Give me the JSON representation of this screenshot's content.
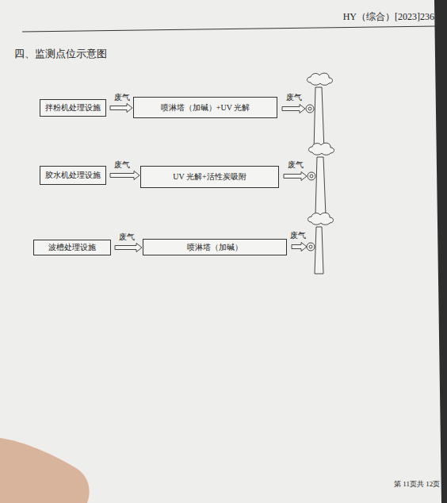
{
  "diagram": {
    "title": "四、监测点位示意图",
    "nodes": [
      {
        "text": [
          "拌粉机处理设施"
        ]
      },
      {
        "text": [
          "喷淋塔（加碱）+UV 光解"
        ]
      },
      {
        "text": [
          "胶水机处理设施"
        ]
      },
      {
        "text": [
          "UV 光解+活性炭吸附"
        ]
      },
      {
        "text": [
          "波槽处理设施"
        ]
      },
      {
        "text": [
          "喷淋塔（加碱）"
        ]
      }
    ],
    "edges": [
      {
        "from": 0,
        "to": 1,
        "arrow": "to",
        "label": "废气"
      },
      {
        "from": 2,
        "to": 3,
        "arrow": "to",
        "label": "废气"
      },
      {
        "from": 4,
        "to": 5,
        "arrow": "to",
        "label": "废气"
      }
    ],
    "labels": [
      "HY（综合）[2023]236",
      "废气",
      "废气",
      "废气",
      "第 11页共 12页"
    ]
  }
}
